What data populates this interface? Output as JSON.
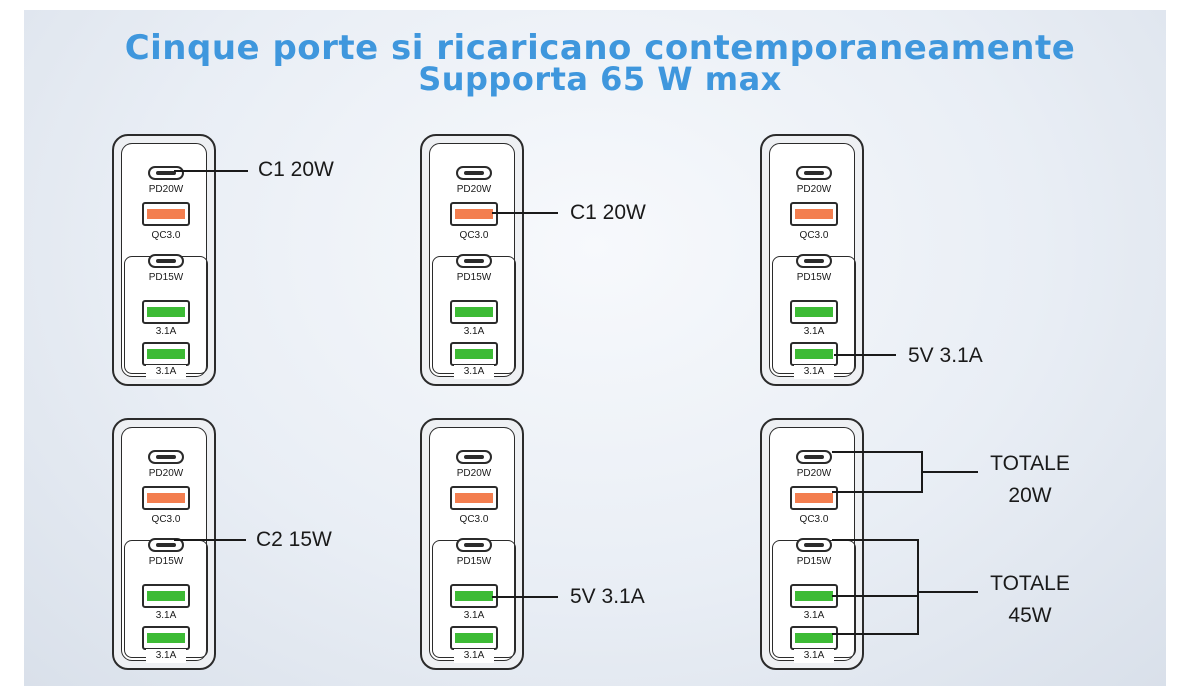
{
  "headline": {
    "line1": "Cinque porte si ricaricano contemporaneamente",
    "line2": "Supporta 65 W max"
  },
  "port_labels": {
    "pd20": "PD20W",
    "qc": "QC3.0",
    "pd15": "PD15W",
    "a1": "3.1A",
    "a2": "3.1A"
  },
  "colors": {
    "headline": "#3f97dd",
    "qc_port": "#f37e4f",
    "usb_a_port": "#3dbb35"
  },
  "scenarios": [
    {
      "callout": "C1 20W",
      "port": "usb-c-pd20w"
    },
    {
      "callout": "C1 20W",
      "port": "usb-a-qc3"
    },
    {
      "callout": "5V 3.1A",
      "port": "usb-a-bottom"
    },
    {
      "callout": "C2 15W",
      "port": "usb-c-pd15w"
    },
    {
      "callout": "5V 3.1A",
      "port": "usb-a-middle"
    },
    {
      "callout_top": "TOTALE\n20W",
      "callout_bottom": "TOTALE\n45W"
    }
  ],
  "totals": {
    "top_line1": "TOTALE",
    "top_line2": "20W",
    "bottom_line1": "TOTALE",
    "bottom_line2": "45W"
  }
}
